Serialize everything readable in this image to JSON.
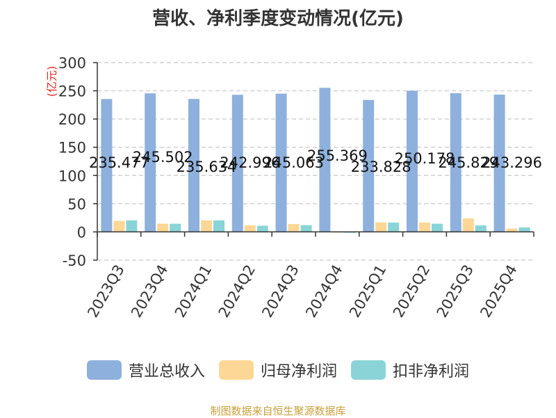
{
  "chart_data": {
    "type": "bar",
    "title": "营收、净利季度变动情况(亿元)",
    "ylabel": "(亿元)",
    "xlabel": "",
    "ylim": [
      -50,
      300
    ],
    "yticks": [
      -50,
      0,
      50,
      100,
      150,
      200,
      250,
      300
    ],
    "grid": true,
    "legend_position": "bottom",
    "categories": [
      "2023Q3",
      "2023Q4",
      "2024Q1",
      "2024Q2",
      "2024Q3",
      "2024Q4",
      "2025Q1",
      "2025Q2",
      "2025Q3",
      "2025Q4"
    ],
    "series": [
      {
        "name": "营业总收入",
        "color": "#8eb0dc",
        "values": [
          235.477,
          245.502,
          235.634,
          242.996,
          245.063,
          255.369,
          233.828,
          250.178,
          245.829,
          243.296
        ],
        "data_labels": [
          "235.477",
          "245.502",
          "235.634",
          "242.996",
          "245.063",
          "255.369",
          "233.828",
          "250.178",
          "245.829",
          "243.296"
        ]
      },
      {
        "name": "归母净利润",
        "color": "#fdd795",
        "values": [
          19.5,
          14.5,
          20.5,
          11.5,
          14.0,
          -1.0,
          17.0,
          16.5,
          24.0,
          6.0
        ]
      },
      {
        "name": "扣非净利润",
        "color": "#8ad4d8",
        "values": [
          20.5,
          14.5,
          20.5,
          11.0,
          12.0,
          -1.5,
          16.5,
          14.5,
          11.5,
          8.0
        ]
      }
    ],
    "label_y_offsets": [
      0,
      -8,
      6,
      0,
      0,
      -10,
      6,
      -6,
      0,
      0
    ]
  },
  "source_text": "制图数据来自恒生聚源数据库"
}
